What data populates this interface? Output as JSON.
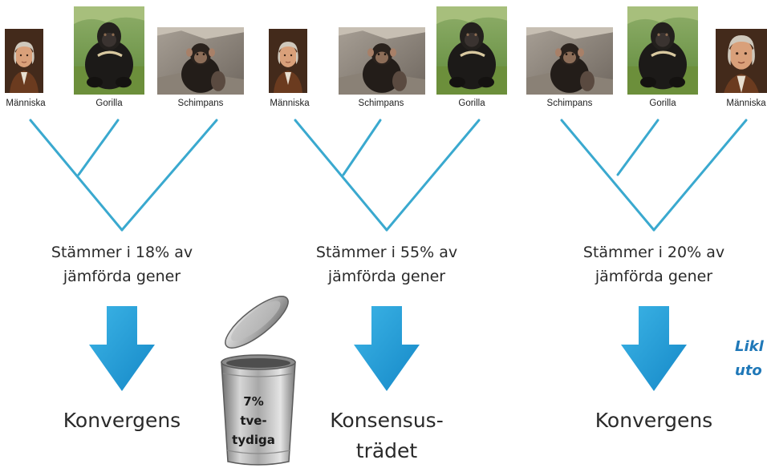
{
  "trees": [
    {
      "labels": [
        "Människa",
        "Gorilla",
        "Schimpans"
      ],
      "stat_line1": "Stämmer i 18% av",
      "stat_line2": "jämförda gener",
      "result_line1": "Konvergens",
      "result_line2": ""
    },
    {
      "labels": [
        "Människa",
        "Schimpans",
        "Gorilla"
      ],
      "stat_line1": "Stämmer i 55% av",
      "stat_line2": "jämförda gener",
      "result_line1": "Konsensus-",
      "result_line2": "trädet"
    },
    {
      "labels": [
        "Schimpans",
        "Gorilla",
        "Människa"
      ],
      "stat_line1": "Stämmer i 20% av",
      "stat_line2": "jämförda gener",
      "result_line1": "Konvergens",
      "result_line2": ""
    }
  ],
  "bin": {
    "line1": "7%",
    "line2": "tve-",
    "line3": "tydiga"
  },
  "side_note": {
    "line1": "Likl",
    "line2": "uto"
  },
  "colors": {
    "tree": "#3aa9cf",
    "arrow": "#1d9bd7",
    "side_note": "#1f78b8"
  },
  "icons": {
    "human": "portrait-icon",
    "gorilla": "gorilla-icon",
    "chimp": "chimpanzee-icon",
    "bin": "trash-bin-icon"
  }
}
